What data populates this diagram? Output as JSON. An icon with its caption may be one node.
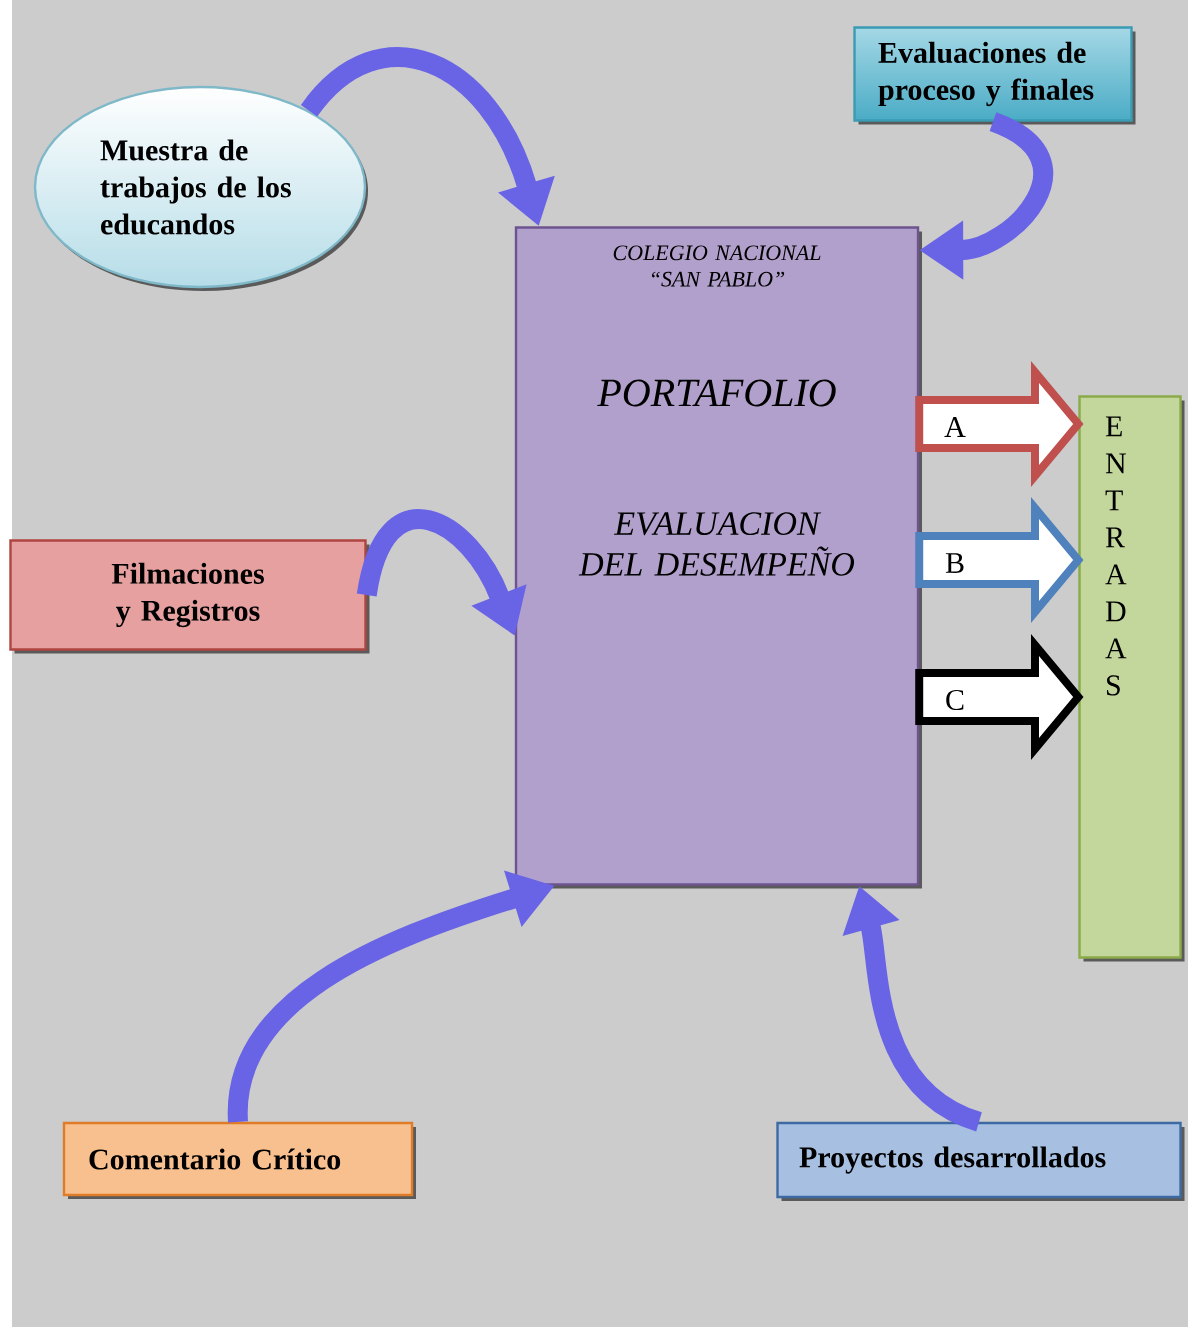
{
  "diagram": {
    "nodes": [
      {
        "text": [
          "Muestra de trabajos de los educandos"
        ]
      },
      {
        "text": [
          "Evaluaciones de proceso y finales"
        ]
      },
      {
        "text": [
          "COLEGIO NACIONAL “SAN PABLO”",
          "PORTAFOLIO",
          "EVALUACION DEL DESEMPEÑO"
        ]
      },
      {
        "text": [
          "Filmaciones y Registros"
        ]
      },
      {
        "text": [
          "Comentario Crítico"
        ]
      },
      {
        "text": [
          "Proyectos desarrollados"
        ]
      },
      {
        "text": [
          "E N T R A D A S"
        ]
      }
    ],
    "edges": [
      {
        "from": 0,
        "to": 2,
        "arrow": "to"
      },
      {
        "from": 1,
        "to": 2,
        "arrow": "to"
      },
      {
        "from": 3,
        "to": 2,
        "arrow": "to"
      },
      {
        "from": 4,
        "to": 2,
        "arrow": "to"
      },
      {
        "from": 5,
        "to": 2,
        "arrow": "to"
      },
      {
        "from": 2,
        "to": 6,
        "arrow": "to",
        "label": "A",
        "color": "#c0504d"
      },
      {
        "from": 2,
        "to": 6,
        "arrow": "to",
        "label": "B",
        "color": "#4f81bd"
      },
      {
        "from": 2,
        "to": 6,
        "arrow": "to",
        "label": "C",
        "color": "#000000"
      }
    ]
  }
}
